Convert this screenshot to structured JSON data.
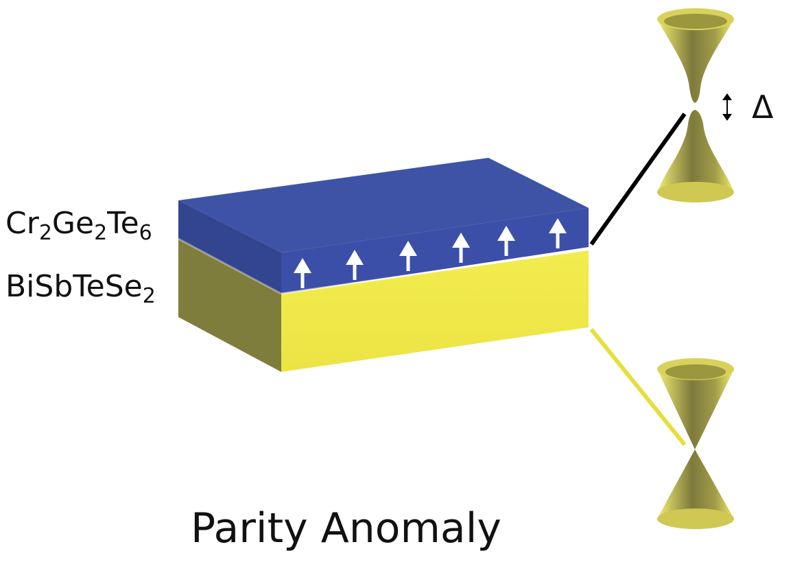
{
  "labels": {
    "top_layer": {
      "base_1": "Cr",
      "sub_1": "2",
      "base_2": "Ge",
      "sub_2": "2",
      "base_3": "Te",
      "sub_3": "6"
    },
    "bottom_layer": {
      "base": "BiSbTeSe",
      "sub": "2"
    },
    "gap_symbol": "Δ",
    "title": "Parity Anomaly"
  },
  "colors": {
    "magnetic_layer": "#3c4fa8",
    "ti_layer": "#f0e84a",
    "cone": "#e8e36a",
    "connector_gapped": "#000000",
    "connector_gapless": "#e6df3a"
  },
  "arrows": {
    "count": 6,
    "direction": "up",
    "color": "#ffffff"
  },
  "icons": [
    "gapped-dirac-cone-icon",
    "gapless-dirac-cone-icon",
    "double-arrow-icon"
  ]
}
